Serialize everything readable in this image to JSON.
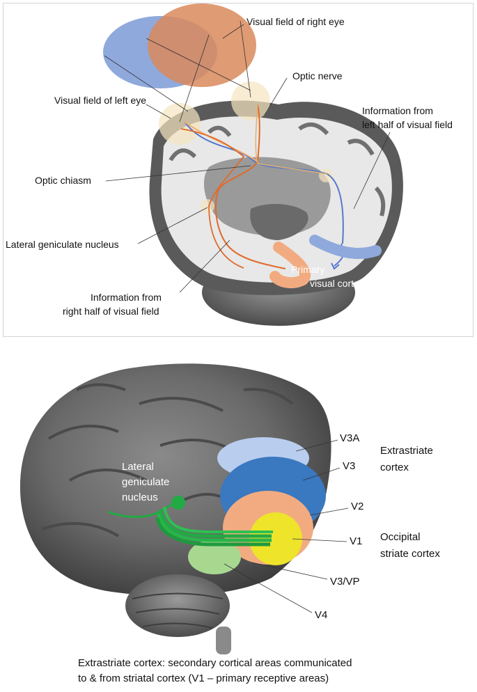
{
  "top_diagram": {
    "labels": {
      "visual_field_right": "Visual field  of right eye",
      "optic_nerve": "Optic nerve",
      "visual_field_left": "Visual field of left eye",
      "info_left_line1": "Information from",
      "info_left_line2": "left half of visual field",
      "optic_chiasm": "Optic chiasm",
      "lateral_geniculate": "Lateral geniculate nucleus",
      "info_right_line1": "Information from",
      "info_right_line2": "right half of visual field",
      "primary_line1": "Primary",
      "primary_line2": "visual cortex"
    }
  },
  "bottom_diagram": {
    "labels": {
      "lgn_line1": "Lateral",
      "lgn_line2": "geniculate",
      "lgn_line3": "nucleus",
      "v3a": "V3A",
      "v3": "V3",
      "v2": "V2",
      "v1": "V1",
      "v3vp": "V3/VP",
      "v4": "V4",
      "extrastriate_line1": "Extrastriate",
      "extrastriate_line2": "cortex",
      "occipital_line1": "Occipital",
      "occipital_line2": "striate cortex"
    }
  },
  "caption": {
    "line1": "Extrastriate cortex: secondary cortical areas communicated",
    "line2": "to & from striatal cortex (V1 – primary receptive areas)"
  },
  "colors": {
    "left_field": "#8fa9dc",
    "right_field": "#d98a5c",
    "overlap": "#a06a6c",
    "left_path": "#5577cc",
    "right_path": "#e06a2a",
    "v3a": "#b9cdee",
    "v3": "#3a78c0",
    "v2": "#f2ab80",
    "v1": "#eee42a",
    "v3vp": "#e05a14",
    "v4": "#a8d890",
    "lgn_fibers": "#22aa44"
  }
}
